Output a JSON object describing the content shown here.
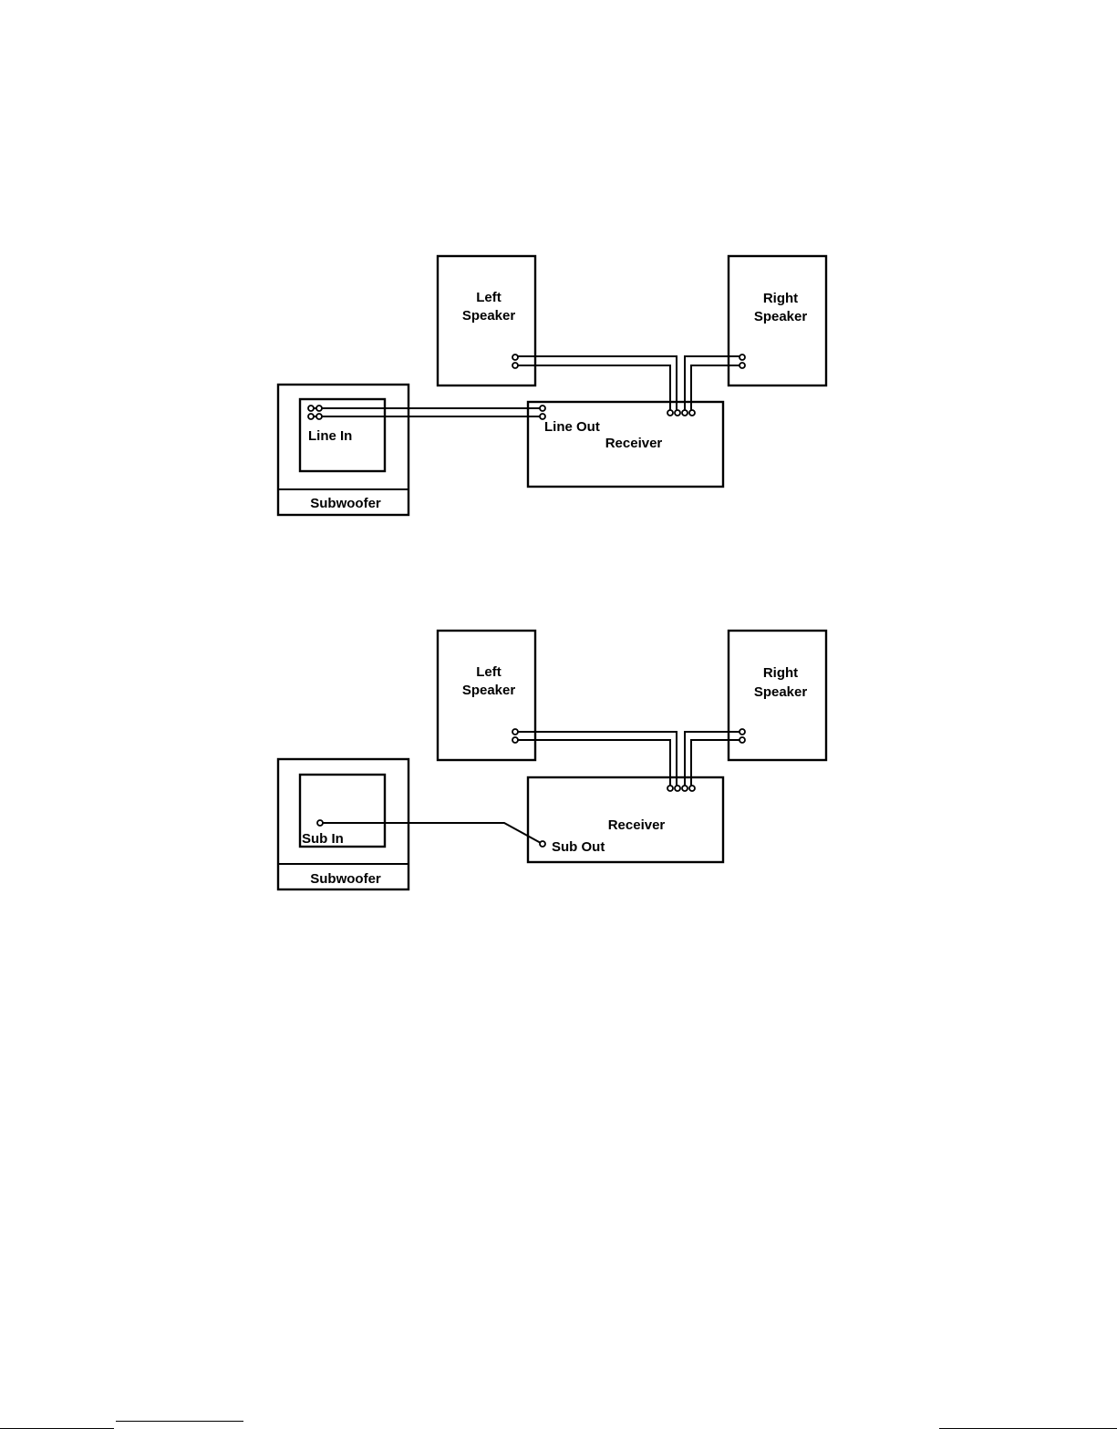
{
  "diagrams": [
    {
      "left_speaker": [
        "Left",
        "Speaker"
      ],
      "right_speaker": [
        "Right",
        "Speaker"
      ],
      "receiver": "Receiver",
      "receiver_port": "Line Out",
      "subwoofer": "Subwoofer",
      "subwoofer_port": "Line In"
    },
    {
      "left_speaker": [
        "Left",
        "Speaker"
      ],
      "right_speaker": [
        "Right",
        "Speaker"
      ],
      "receiver": "Receiver",
      "receiver_port": "Sub Out",
      "subwoofer": "Subwoofer",
      "subwoofer_port": "Sub In"
    }
  ]
}
